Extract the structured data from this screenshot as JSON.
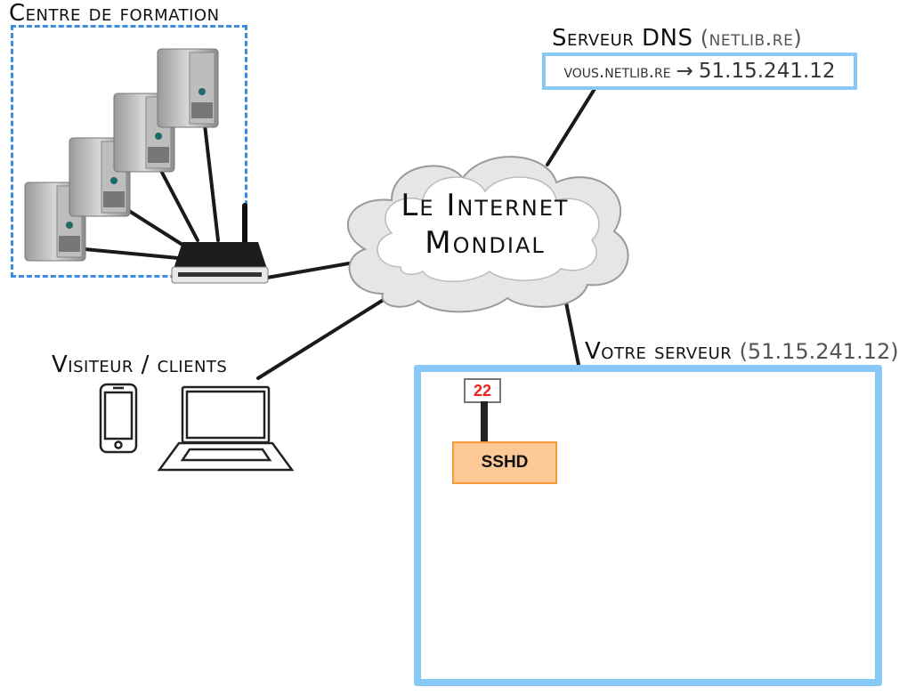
{
  "training_center": {
    "label": "Centre de formation",
    "server_count": 4
  },
  "dns_server": {
    "label": "Serveur DNS",
    "domain": "(netlib.re)",
    "record_host": "vous.netlib.re",
    "arrow": "→",
    "record_ip": "51.15.241.12"
  },
  "internet": {
    "line1": "Le Internet",
    "line2": "Mondial"
  },
  "visitors": {
    "label": "Visiteur / clients"
  },
  "your_server": {
    "label": "Votre serveur",
    "ip": "(51.15.241.12)",
    "port": "22",
    "service": "SSHD"
  },
  "colors": {
    "server_box_border": "#88c8f7",
    "dashed_border": "#3a8ee0",
    "port_text": "#ee2222",
    "service_fill": "#fcc896",
    "service_border": "#f59b3a"
  }
}
